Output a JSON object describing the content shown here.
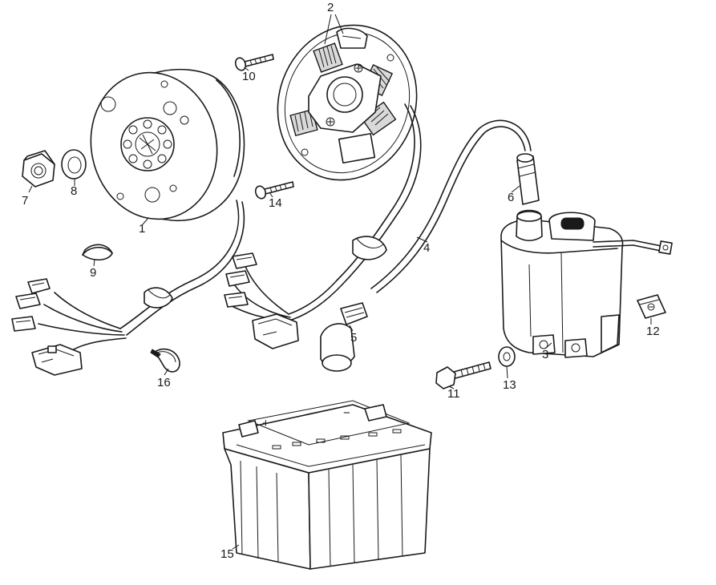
{
  "callouts": [
    {
      "id": "1",
      "label": "1"
    },
    {
      "id": "2",
      "label": "2"
    },
    {
      "id": "3",
      "label": "3"
    },
    {
      "id": "4",
      "label": "4"
    },
    {
      "id": "5",
      "label": "5"
    },
    {
      "id": "6",
      "label": "6"
    },
    {
      "id": "7",
      "label": "7"
    },
    {
      "id": "8",
      "label": "8"
    },
    {
      "id": "9",
      "label": "9"
    },
    {
      "id": "10",
      "label": "10"
    },
    {
      "id": "11",
      "label": "11"
    },
    {
      "id": "12",
      "label": "12"
    },
    {
      "id": "13",
      "label": "13"
    },
    {
      "id": "14",
      "label": "14"
    },
    {
      "id": "15",
      "label": "15"
    },
    {
      "id": "16",
      "label": "16"
    }
  ],
  "battery": {
    "plus_sign": "+",
    "minus_sign": "−"
  }
}
